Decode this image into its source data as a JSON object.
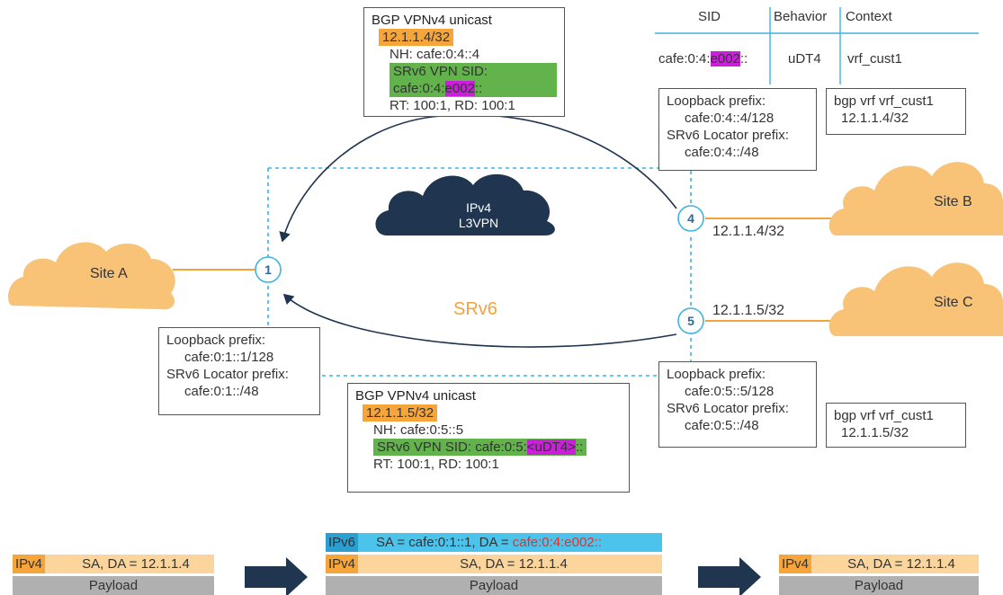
{
  "vpn_top": {
    "title": "BGP VPNv4 unicast",
    "prefix": "12.1.1.4/32",
    "nh": "NH: cafe:0:4::4",
    "sid_pre": "SRv6 VPN SID: cafe:0:4:",
    "sid_func": "e002",
    "sid_post": "::",
    "rt": "RT: 100:1, RD: 100:1"
  },
  "vpn_bottom": {
    "title": "BGP VPNv4 unicast",
    "prefix": "12.1.1.5/32",
    "nh": "NH: cafe:0:5::5",
    "sid_pre": "SRv6 VPN SID: cafe:0:5:",
    "sid_func": "<uDT4>",
    "sid_post": "::",
    "rt": "RT: 100:1, RD: 100:1"
  },
  "sid_table": {
    "headers": [
      "SID",
      "Behavior",
      "Context"
    ],
    "sid_pre": "cafe:0:4:",
    "sid_func": "e002",
    "sid_post": "::",
    "behavior": "uDT4",
    "context": "vrf_cust1"
  },
  "node4_info": {
    "l1": "Loopback prefix:",
    "l2": "cafe:0:4::4/128",
    "l3": "SRv6 Locator prefix:",
    "l4": "cafe:0:4::/48"
  },
  "node4_vrf": {
    "l1": "bgp vrf vrf_cust1",
    "l2": "12.1.1.4/32"
  },
  "node5_info": {
    "l1": "Loopback prefix:",
    "l2": "cafe:0:5::5/128",
    "l3": "SRv6 Locator prefix:",
    "l4": "cafe:0:5::/48"
  },
  "node5_vrf": {
    "l1": "bgp vrf vrf_cust1",
    "l2": "12.1.1.5/32"
  },
  "node1_info": {
    "l1": "Loopback prefix:",
    "l2": "cafe:0:1::1/128",
    "l3": "SRv6 Locator prefix:",
    "l4": "cafe:0:1::/48"
  },
  "sites": {
    "a": "Site A",
    "b": "Site B",
    "c": "Site C"
  },
  "cloud": {
    "l1": "IPv4",
    "l2": "L3VPN"
  },
  "srv6_label": "SRv6",
  "nodes": {
    "n1": "1",
    "n4": "4",
    "n5": "5"
  },
  "prefix_b": "12.1.1.4/32",
  "prefix_c": "12.1.1.5/32",
  "packets": {
    "left": {
      "tag": "IPv4",
      "hdr": "SA, DA = 12.1.1.4",
      "payload": "Payload"
    },
    "middle": {
      "v6tag": "IPv6",
      "v6pre": "SA = cafe:0:1::1, DA = ",
      "v6da": "cafe:0:4:e002::",
      "tag": "IPv4",
      "hdr": "SA, DA = 12.1.1.4",
      "payload": "Payload"
    },
    "right": {
      "tag": "IPv4",
      "hdr": "SA, DA = 12.1.1.4",
      "payload": "Payload"
    }
  },
  "colors": {
    "orange": "#f6a53a",
    "green": "#62b34c",
    "magenta": "#cc1fdc",
    "cyan_line": "#3db4e0",
    "navy": "#1f3550",
    "cloud_site": "#f8c277",
    "ipv6_header": "#4cc3ea",
    "ipv4_header": "#fbd59c",
    "payload": "#b0b0b0",
    "da_red": "#e0322c"
  }
}
